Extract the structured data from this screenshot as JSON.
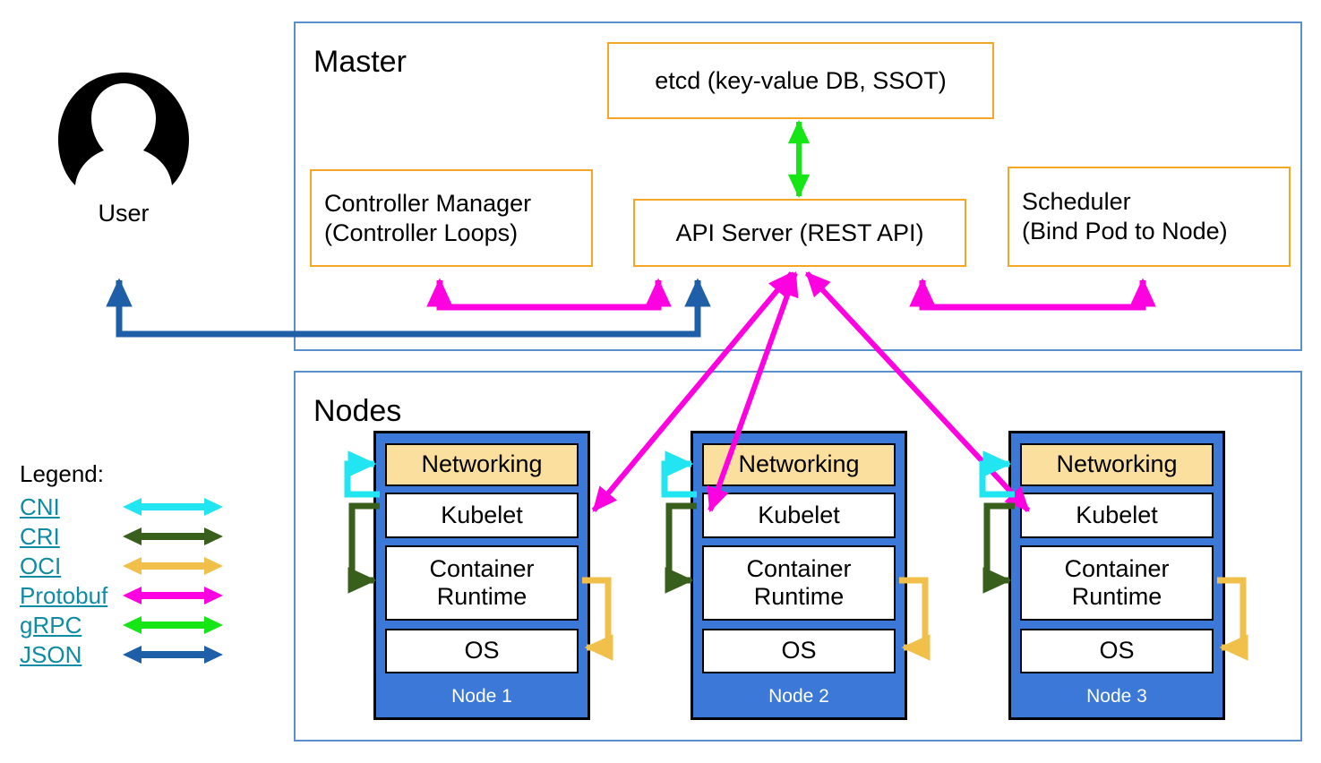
{
  "diagram": {
    "title_master": "Master",
    "title_nodes": "Nodes"
  },
  "user": {
    "label": "User",
    "icon": "user-avatar-icon"
  },
  "master": {
    "label": "Master",
    "components": [
      {
        "id": "etcd",
        "text": "etcd (key-value DB, SSOT)"
      },
      {
        "id": "controller-manager",
        "line1": "Controller Manager",
        "line2": "(Controller Loops)"
      },
      {
        "id": "api-server",
        "text": "API Server (REST API)"
      },
      {
        "id": "scheduler",
        "line1": "Scheduler",
        "line2": "(Bind Pod to Node)"
      }
    ]
  },
  "nodes": {
    "label": "Nodes",
    "layer_names": {
      "networking": "Networking",
      "kubelet": "Kubelet",
      "container_runtime_line1": "Container",
      "container_runtime_line2": "Runtime",
      "os": "OS"
    },
    "items": [
      {
        "name": "Node 1"
      },
      {
        "name": "Node 2"
      },
      {
        "name": "Node 3"
      }
    ]
  },
  "legend": {
    "title": "Legend:",
    "items": [
      {
        "label": "CNI",
        "color": "#21e5f0"
      },
      {
        "label": "CRI",
        "color": "#38601c"
      },
      {
        "label": "OCI",
        "color": "#f0c04a"
      },
      {
        "label": "Protobuf",
        "color": "#ff00e0"
      },
      {
        "label": "gRPC",
        "color": "#16e516"
      },
      {
        "label": "JSON",
        "color": "#1f5fa8"
      }
    ]
  },
  "colors": {
    "group_border": "#5b8fcb",
    "component_border": "#f5a623",
    "node_fill": "#3b78d8",
    "networking_fill": "#fbdf9e",
    "legend_link": "#0f8ba3",
    "cni": "#21e5f0",
    "cri": "#38601c",
    "oci": "#f0c04a",
    "protobuf": "#ff00e0",
    "grpc": "#16e516",
    "json": "#1f5fa8"
  }
}
